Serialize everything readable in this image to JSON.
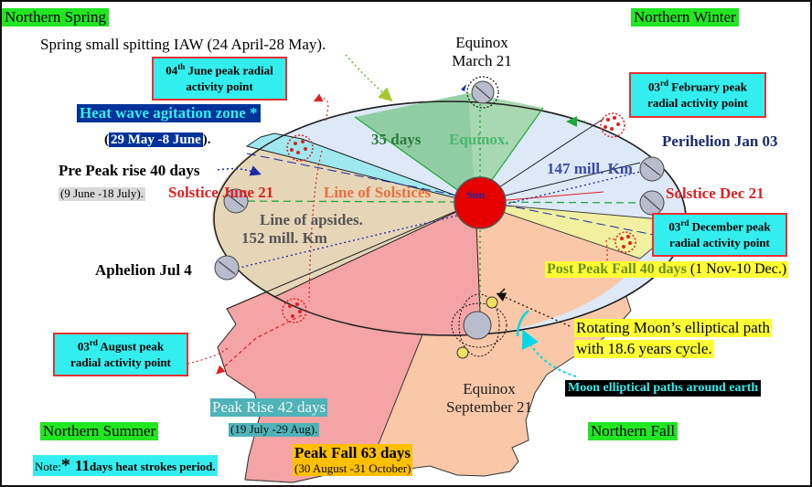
{
  "corners": {
    "top_left": "Northern Spring",
    "top_right": "Northern Winter",
    "bottom_left": "Northern Summer",
    "bottom_right": "Northern Fall"
  },
  "spring_spitting": "Spring small spitting IAW (24 April-28 May).",
  "equinox_march": {
    "line1": "Equinox",
    "line2": "March 21"
  },
  "equinox_september": {
    "line1": "Equinox",
    "line2": "September 21"
  },
  "peak_june": {
    "num": "04",
    "sup": "th",
    "rest": " June peak radial",
    "line2": "activity point"
  },
  "peak_feb": {
    "num": "03",
    "sup": "rd",
    "rest": " February peak",
    "line2": "radial activity point"
  },
  "peak_dec": {
    "num": "03",
    "sup": "rd",
    "rest": " December peak",
    "line2": "radial activity point"
  },
  "peak_aug": {
    "num": "03",
    "sup": "rd",
    "rest": " August peak",
    "line2": "radial activity point"
  },
  "heat_wave_zone": "Heat wave agitation zone *",
  "heat_wave_dates": {
    "open": "(",
    "dates": "29 May -8 June",
    "close": ")."
  },
  "pre_peak": {
    "title": "Pre Peak rise 40 days",
    "dates": "(9 June -18 July)."
  },
  "solstice_june": "Solstice June 21",
  "solstice_dec": "Solstice Dec 21",
  "line_of_solstices": "Line of Solstices",
  "sun": "Sun",
  "days35": "35 days",
  "equinox_word": "Equinox.",
  "perihelion": "Perihelion Jan 03",
  "dist_147": "147 mill. Km",
  "line_of_apsides": "Line of apsides.",
  "dist_152": "152 mill. Km",
  "aphelion": "Aphelion Jul 4",
  "post_peak": {
    "title": "Post Peak Fall 40 days",
    "dates": " (1 Nov-10 Dec.)"
  },
  "moon_path": {
    "line1": "Rotating Moon’s elliptical path",
    "line2": "with 18.6 years cycle."
  },
  "moon_paths_earth": "Moon elliptical paths around earth",
  "peak_rise": {
    "title": "Peak Rise 42 days",
    "dates": "(19 July -29 Aug)."
  },
  "peak_fall": {
    "title": "Peak Fall 63 days",
    "dates": "(30 August -31 October)"
  },
  "note": {
    "prefix": "Note:",
    "star": "* ",
    "count": "11",
    "text": "days heat strokes period."
  },
  "colors": {
    "corner_tag_bg": "#22e622",
    "box_bg": "#33eeee",
    "box_border": "#e83030",
    "sun": "#e60000",
    "winter_sector": "#dde9f7",
    "summer_sector": "#e6d6b8",
    "peak_rise_sector": "#f4a4a4",
    "peak_fall_sector": "#f8c8a8",
    "post_peak_sector": "#f0f0a0",
    "equinox_sector": "#84c894",
    "heat_wave_bg": "#003399"
  }
}
